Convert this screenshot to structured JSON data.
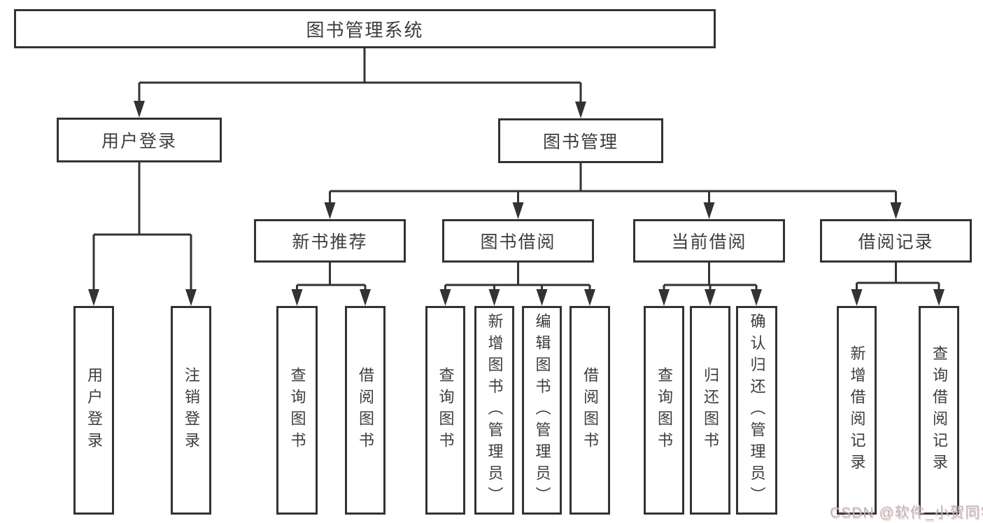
{
  "diagram": {
    "root": "图书管理系统",
    "branches": [
      {
        "label": "用户登录",
        "children": [
          {
            "label": "用户登录"
          },
          {
            "label": "注销登录"
          }
        ]
      },
      {
        "label": "图书管理",
        "children": [
          {
            "label": "新书推荐",
            "children": [
              {
                "label": "查询图书"
              },
              {
                "label": "借阅图书"
              }
            ]
          },
          {
            "label": "图书借阅",
            "children": [
              {
                "label": "查询图书"
              },
              {
                "label": "新增图书（管理员）"
              },
              {
                "label": "编辑图书（管理员）"
              },
              {
                "label": "借阅图书"
              }
            ]
          },
          {
            "label": "当前借阅",
            "children": [
              {
                "label": "查询图书"
              },
              {
                "label": "归还图书"
              },
              {
                "label": "确认归还（管理员）"
              }
            ]
          },
          {
            "label": "借阅记录",
            "children": [
              {
                "label": "新增借阅记录"
              },
              {
                "label": "查询借阅记录"
              }
            ]
          }
        ]
      }
    ]
  },
  "watermark": "CSDN @软件_小贺同学",
  "colors": {
    "line": "#333333",
    "text": "#3d3d3d",
    "watermark": "#b9b9b9",
    "background": "#ffffff"
  }
}
